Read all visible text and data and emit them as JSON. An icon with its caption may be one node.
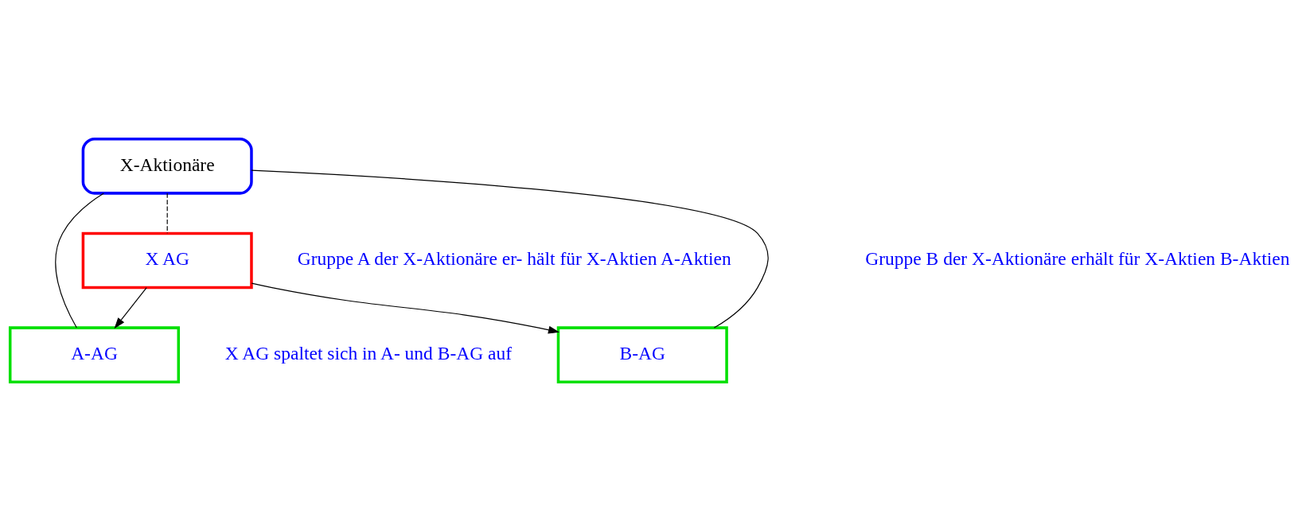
{
  "diagram": {
    "nodes": [
      {
        "text": [
          "X-Aktionäre"
        ]
      },
      {
        "text": [
          "X AG"
        ]
      },
      {
        "text": [
          "A-AG"
        ]
      },
      {
        "text": [
          "B-AG"
        ]
      }
    ],
    "edges": [
      {
        "from": 0,
        "to": 2,
        "arrow": "none"
      },
      {
        "from": 0,
        "to": 3,
        "arrow": "none"
      },
      {
        "from": 0,
        "to": 1,
        "arrow": "none",
        "style": "dashed"
      },
      {
        "from": 1,
        "to": 2,
        "arrow": "to"
      },
      {
        "from": 1,
        "to": 3,
        "arrow": "to"
      }
    ],
    "labels": [
      "Gruppe A der X-Aktionäre er- hält für X-Aktien A-Aktien",
      "Gruppe B der X-Aktionäre erhält für X-Aktien B-Aktien",
      "X AG spaltet sich in A- und B-AG auf"
    ]
  }
}
